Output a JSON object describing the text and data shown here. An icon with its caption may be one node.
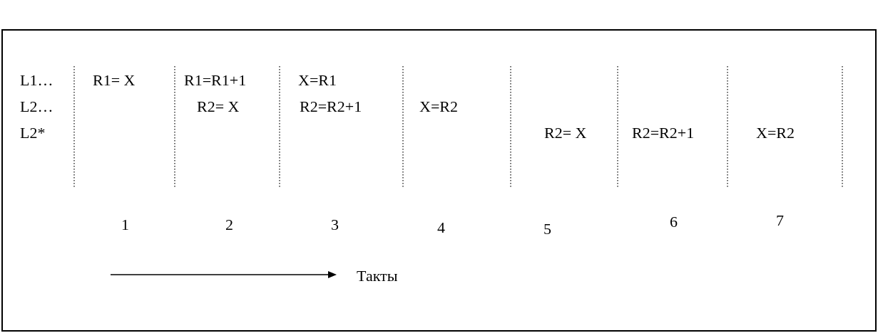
{
  "diagram": {
    "labels": [
      "L1…",
      "R1= X",
      "R1=R1+1",
      "X=R1",
      "L2…",
      "R2= X",
      "R2=R2+1",
      "X=R2",
      "L2*",
      "R2= X",
      "R2=R2+1",
      "X=R2",
      "1",
      "2",
      "3",
      "4",
      "5",
      "6",
      "7",
      "Такты"
    ]
  }
}
